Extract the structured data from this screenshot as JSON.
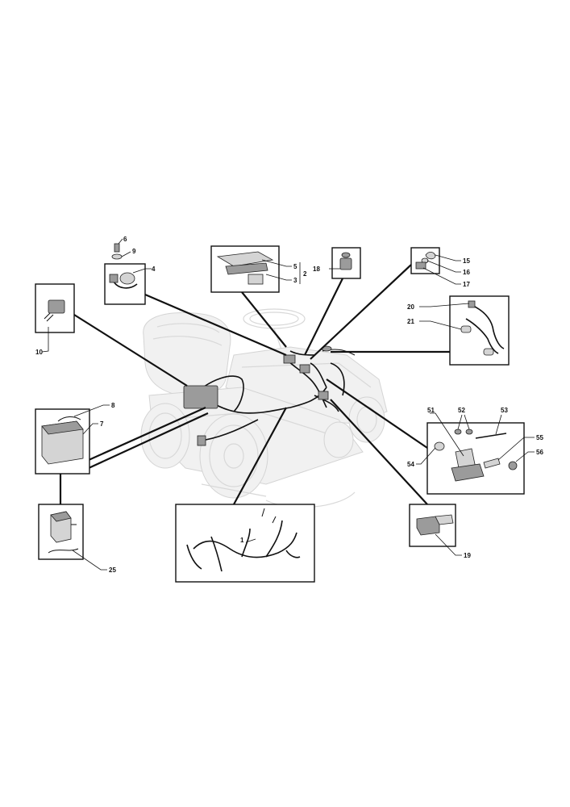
{
  "labels": {
    "p1": "1",
    "p2": "2",
    "p3": "3",
    "p4": "4",
    "p5": "5",
    "p6": "6",
    "p7": "7",
    "p8": "8",
    "p9": "9",
    "p10": "10",
    "p15": "15",
    "p16": "16",
    "p17": "17",
    "p18": "18",
    "p19": "19",
    "p20": "20",
    "p21": "21",
    "p25": "25",
    "p51": "51",
    "p52": "52",
    "p53": "53",
    "p54": "54",
    "p55": "55",
    "p56": "56"
  }
}
